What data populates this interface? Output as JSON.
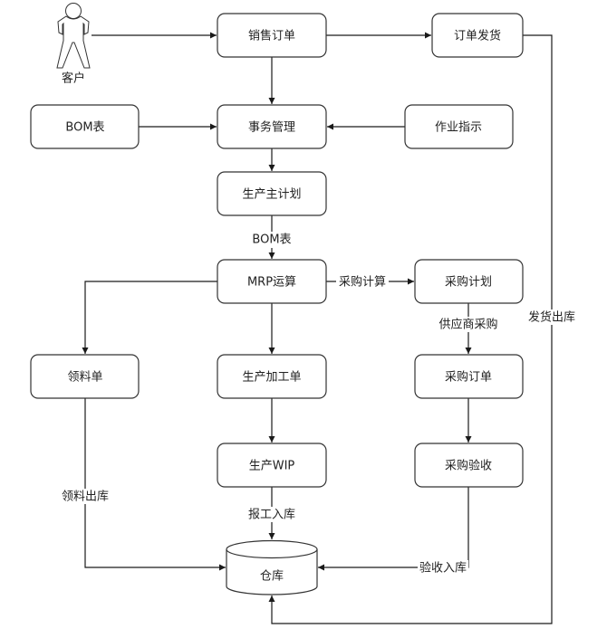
{
  "diagram": {
    "actor": {
      "label": "客户",
      "icon": "person-icon"
    },
    "nodes": {
      "sales_order": "销售订单",
      "order_shipping": "订单发货",
      "bom_table": "BOM表",
      "affairs_mgmt": "事务管理",
      "work_instruction": "作业指示",
      "master_plan": "生产主计划",
      "mrp": "MRP运算",
      "purchase_plan": "采购计划",
      "picking_list": "领料单",
      "production_order": "生产加工单",
      "purchase_order": "采购订单",
      "production_wip": "生产WIP",
      "purchase_inspection": "采购验收",
      "warehouse": "仓库"
    },
    "edge_labels": {
      "plan_to_mrp": "BOM表",
      "mrp_to_purchase_plan": "采购计算",
      "purchase_plan_to_order": "供应商采购",
      "shipping_out": "发货出库",
      "picking_out": "领料出库",
      "report_in": "报工入库",
      "inspection_in": "验收入库"
    },
    "edges": [
      {
        "from": "客户",
        "to": "销售订单"
      },
      {
        "from": "销售订单",
        "to": "订单发货"
      },
      {
        "from": "销售订单",
        "to": "事务管理"
      },
      {
        "from": "BOM表",
        "to": "事务管理"
      },
      {
        "from": "作业指示",
        "to": "事务管理"
      },
      {
        "from": "事务管理",
        "to": "生产主计划"
      },
      {
        "from": "生产主计划",
        "to": "MRP运算",
        "label": "BOM表"
      },
      {
        "from": "MRP运算",
        "to": "采购计划",
        "label": "采购计算"
      },
      {
        "from": "MRP运算",
        "to": "领料单"
      },
      {
        "from": "MRP运算",
        "to": "生产加工单"
      },
      {
        "from": "采购计划",
        "to": "采购订单",
        "label": "供应商采购"
      },
      {
        "from": "采购订单",
        "to": "采购验收"
      },
      {
        "from": "生产加工单",
        "to": "生产WIP"
      },
      {
        "from": "生产WIP",
        "to": "仓库",
        "label": "报工入库"
      },
      {
        "from": "领料单",
        "to": "仓库",
        "label": "领料出库"
      },
      {
        "from": "采购验收",
        "to": "仓库",
        "label": "验收入库"
      },
      {
        "from": "订单发货",
        "to": "仓库",
        "label": "发货出库"
      }
    ]
  }
}
